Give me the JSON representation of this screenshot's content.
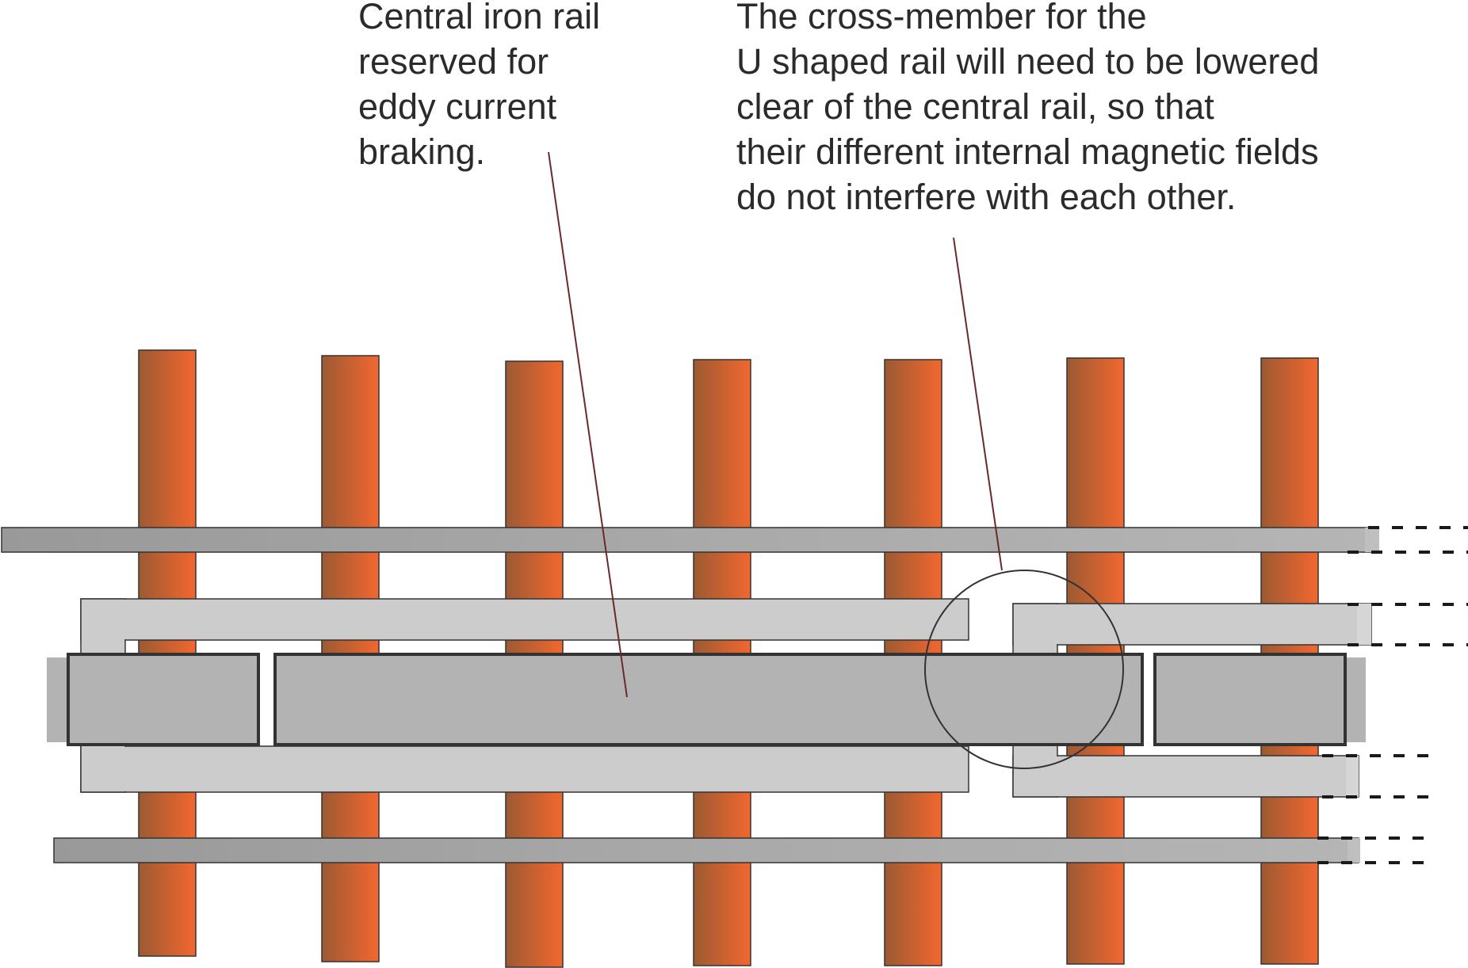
{
  "callouts": {
    "central_rail": {
      "lines": [
        "Central iron rail",
        "reserved for",
        "eddy current",
        "braking."
      ]
    },
    "cross_member": {
      "lines": [
        "The cross-member for the",
        "U shaped rail will need to be lowered",
        "clear of the central rail, so that",
        "their different internal magnetic fields",
        "do not interfere with each other."
      ]
    }
  },
  "colors": {
    "sleeper_dark": "#9c5a33",
    "sleeper_light": "#f2672f",
    "running_rail": "#a6a6a6",
    "u_rail": "#cccccc",
    "central_rail": "#b3b3b3",
    "leader_line": "#6b2a2a",
    "outline": "#333333"
  },
  "icons": {
    "highlight": "circle-highlight",
    "continuation": "dashed-continuation"
  }
}
